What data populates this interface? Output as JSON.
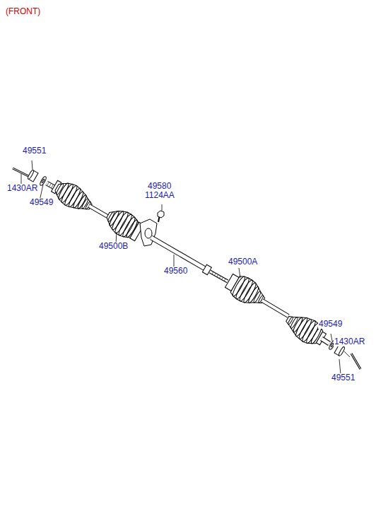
{
  "diagram": {
    "title": "(FRONT)",
    "labels": [
      "49551",
      "1430AR",
      "49549",
      "49580",
      "1124AA",
      "49500B",
      "49560",
      "49500A",
      "49549",
      "1430AR",
      "49551"
    ]
  }
}
